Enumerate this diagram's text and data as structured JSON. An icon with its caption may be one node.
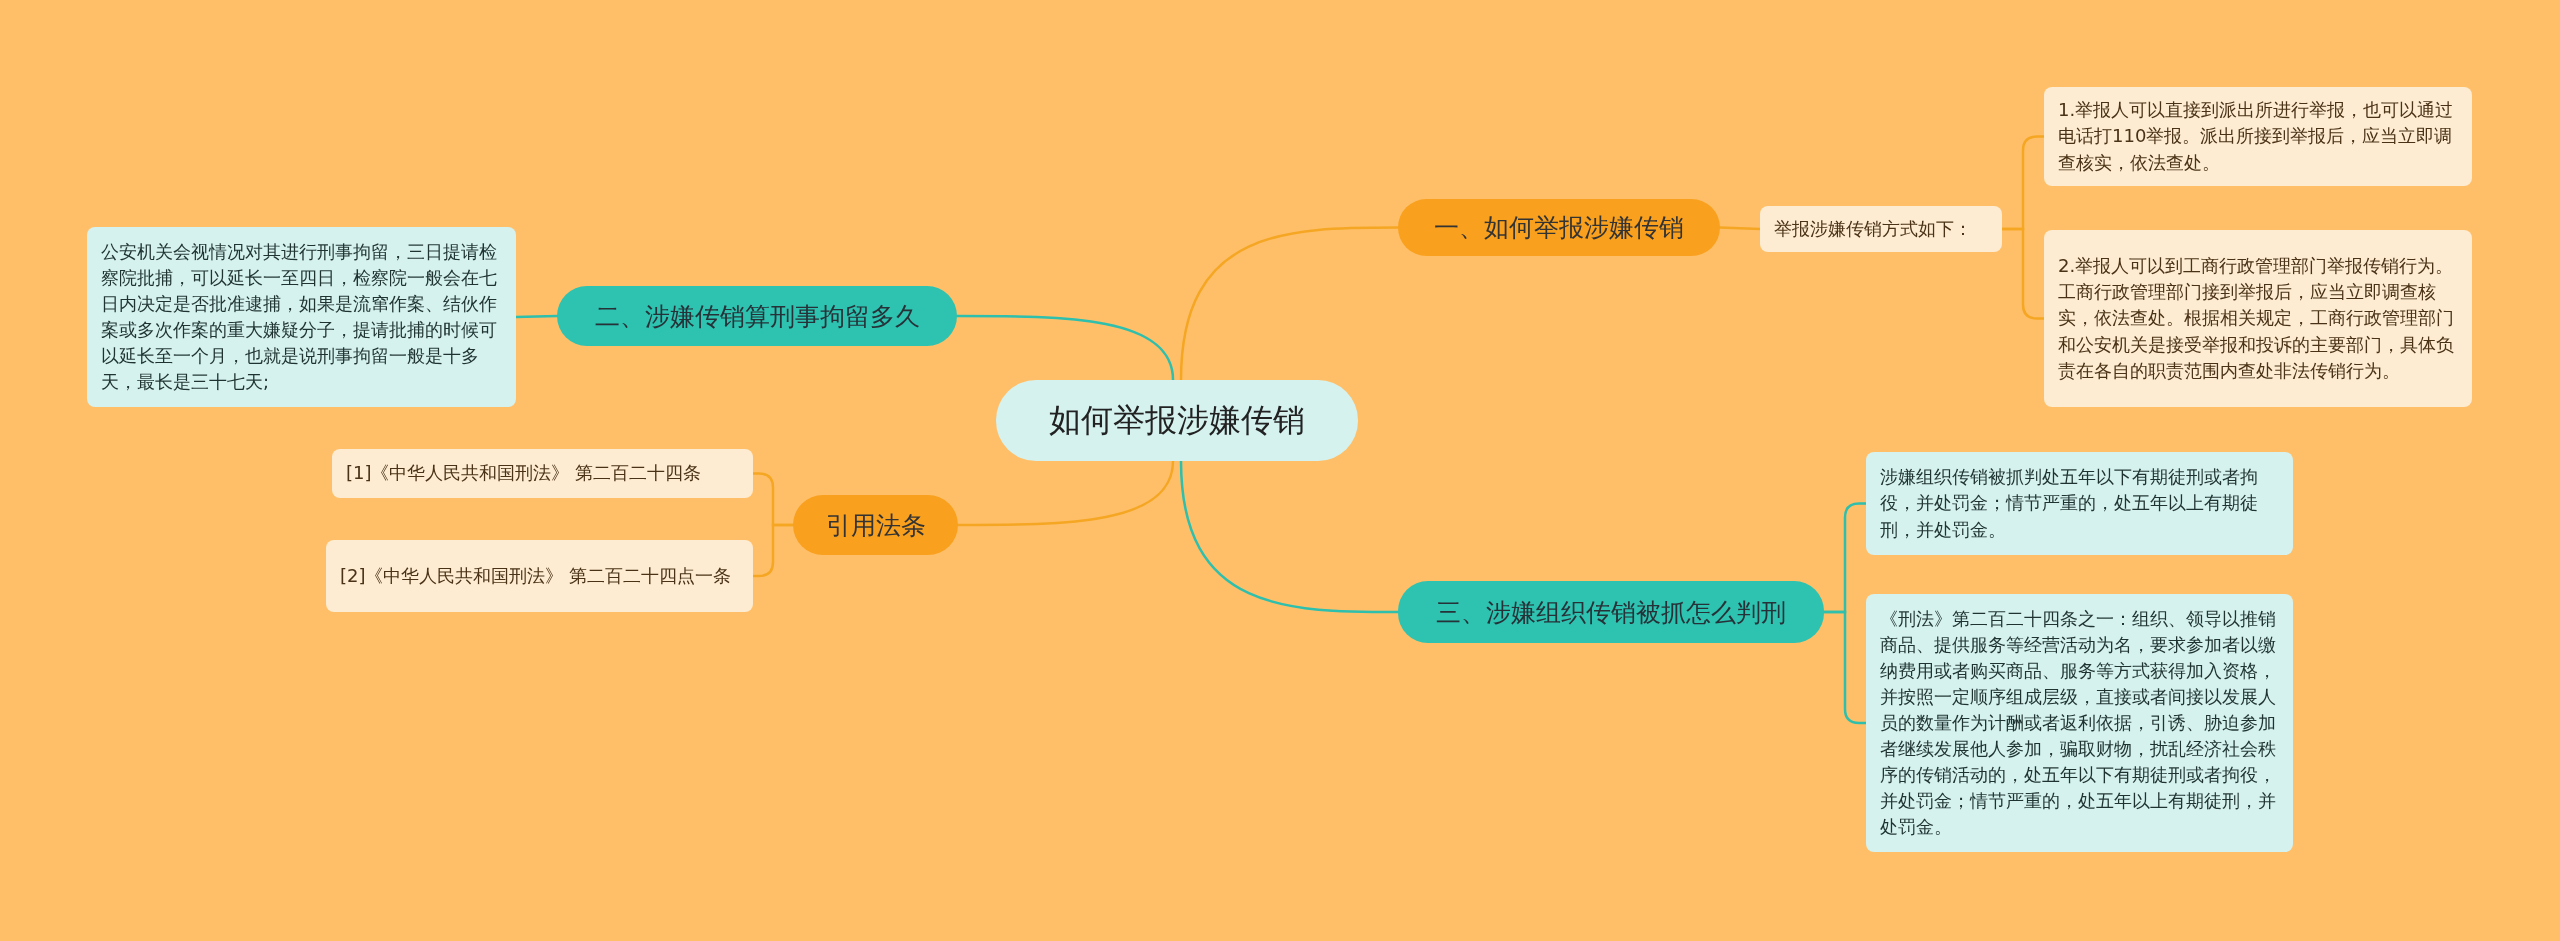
{
  "diagram": {
    "nodes": [
      {
        "text": [
          "如何举报涉嫌传销"
        ]
      },
      {
        "text": [
          "一、如何举报涉嫌传销"
        ]
      },
      {
        "text": [
          "举报涉嫌传销方式如下："
        ]
      },
      {
        "text": [
          "1.举报人可以直接到派出所进行举报，也可以通过电话打110举报。派出所接到举报后，应当立即调查核实，依法查处。"
        ]
      },
      {
        "text": [
          "2.举报人可以到工商行政管理部门举报传销行为。工商行政管理部门接到举报后，应当立即调查核实，依法查处。根据相关规定，工商行政管理部门和公安机关是接受举报和投诉的主要部门，具体负责在各自的职责范围内查处非法传销行为。"
        ]
      },
      {
        "text": [
          "二、涉嫌传销算刑事拘留多久"
        ]
      },
      {
        "text": [
          "公安机关会视情况对其进行刑事拘留，三日提请检察院批捕，可以延长一至四日，检察院一般会在七日内决定是否批准逮捕，如果是流窜作案、结伙作案或多次作案的重大嫌疑分子，提请批捕的时候可以延长至一个月，也就是说刑事拘留一般是十多天，最长是三十七天;"
        ]
      },
      {
        "text": [
          "引用法条"
        ]
      },
      {
        "text": [
          "[1]《中华人民共和国刑法》 第二百二十四条"
        ]
      },
      {
        "text": [
          "[2]《中华人民共和国刑法》 第二百二十四点一条"
        ]
      },
      {
        "text": [
          "三、涉嫌组织传销被抓怎么判刑"
        ]
      },
      {
        "text": [
          "涉嫌组织传销被抓判处五年以下有期徒刑或者拘役，并处罚金；情节严重的，处五年以上有期徒刑，并处罚金。"
        ]
      },
      {
        "text": [
          "《刑法》第二百二十四条之一：组织、领导以推销商品、提供服务等经营活动为名，要求参加者以缴纳费用或者购买商品、服务等方式获得加入资格，并按照一定顺序组成层级，直接或者间接以发展人员的数量作为计酬或者返利依据，引诱、胁迫参加者继续发展他人参加，骗取财物，扰乱经济社会秩序的传销活动的，处五年以下有期徒刑或者拘役，并处罚金；情节严重的，处五年以上有期徒刑，并处罚金。"
        ]
      }
    ],
    "edges": [
      {
        "from": 0,
        "to": 1,
        "arrow": "none"
      },
      {
        "from": 1,
        "to": 2,
        "arrow": "none"
      },
      {
        "from": 2,
        "to": 3,
        "arrow": "none"
      },
      {
        "from": 2,
        "to": 4,
        "arrow": "none"
      },
      {
        "from": 0,
        "to": 5,
        "arrow": "none",
        "color": "#2ebfad"
      },
      {
        "from": 5,
        "to": 6,
        "arrow": "none",
        "color": "#2ebfad"
      },
      {
        "from": 0,
        "to": 7,
        "arrow": "none"
      },
      {
        "from": 7,
        "to": 8,
        "arrow": "none"
      },
      {
        "from": 7,
        "to": 9,
        "arrow": "none"
      },
      {
        "from": 0,
        "to": 10,
        "arrow": "none",
        "color": "#2ebfad"
      },
      {
        "from": 10,
        "to": 11,
        "arrow": "none",
        "color": "#2ebfad"
      },
      {
        "from": 10,
        "to": 12,
        "arrow": "none",
        "color": "#2ebfad"
      }
    ]
  }
}
